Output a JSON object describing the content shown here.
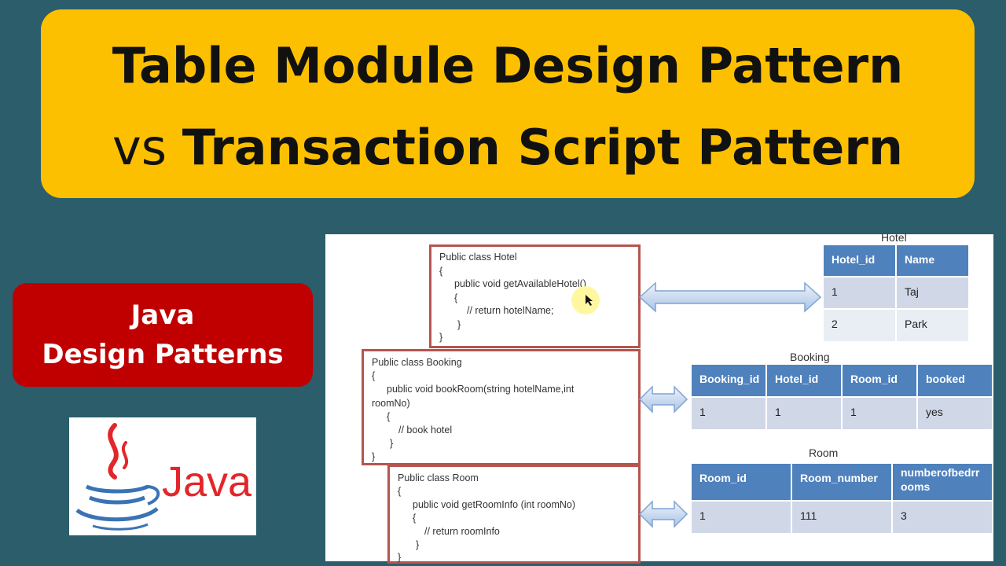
{
  "title": {
    "line1": "Table Module Design Pattern",
    "line2_vs": "vs",
    "line2_rest": "Transaction Script Pattern"
  },
  "badge": {
    "line1": "Java",
    "line2": "Design Patterns"
  },
  "logo": {
    "text": "Java",
    "icon": "java-cup-icon",
    "color": "#e3262a"
  },
  "code_boxes": [
    {
      "lines": [
        "Public class Hotel",
        "{",
        "public  void getAvailableHotel()",
        "{",
        "// return hotelName;",
        "}",
        "}"
      ]
    },
    {
      "lines": [
        "Public class Booking",
        "{",
        "public  void bookRoom(string hotelName,int",
        "roomNo)",
        "{",
        "// book hotel",
        "}",
        "}"
      ]
    },
    {
      "lines": [
        "Public class Room",
        "{",
        "public  void  getRoomInfo (int  roomNo)",
        "{",
        "// return roomInfo",
        "}",
        "}"
      ]
    }
  ],
  "tables": {
    "hotel": {
      "title": "Hotel",
      "headers": [
        "Hotel_id",
        "Name"
      ],
      "rows": [
        [
          "1",
          "Taj"
        ],
        [
          "2",
          "Park"
        ]
      ]
    },
    "booking": {
      "title": "Booking",
      "headers": [
        "Booking_id",
        "Hotel_id",
        "Room_id",
        "booked"
      ],
      "rows": [
        [
          "1",
          "1",
          "1",
          "yes"
        ]
      ]
    },
    "room": {
      "title": "Room",
      "headers": [
        "Room_id",
        "Room_number",
        "numberofbedrr\nooms"
      ],
      "rows": [
        [
          "1",
          "111",
          "3"
        ]
      ]
    }
  },
  "colors": {
    "accent": "#fcc000",
    "badge": "#c00000",
    "background": "#2b5d6b",
    "table_header": "#4f81bd",
    "box_border": "#b5554e"
  }
}
